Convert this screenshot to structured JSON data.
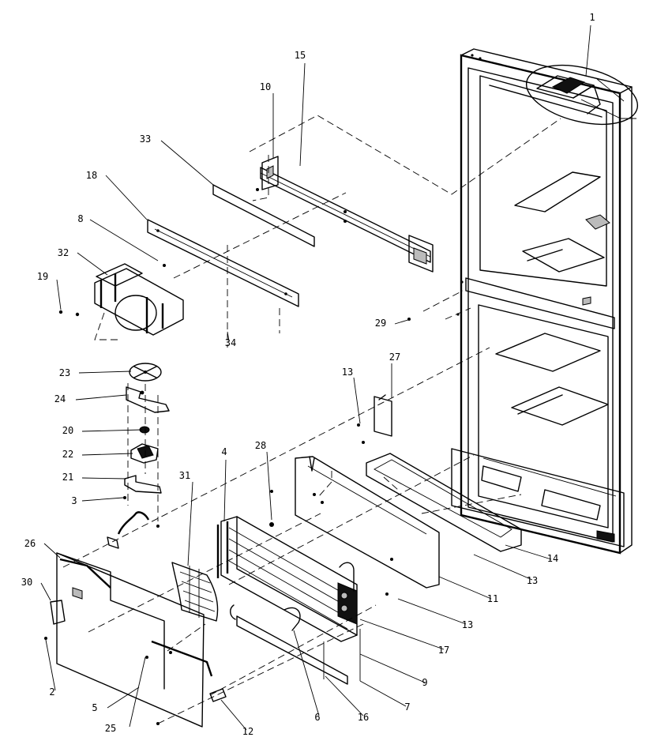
{
  "callouts": [
    {
      "label": "1",
      "name": "callout-1-control-housing"
    },
    {
      "label": "15",
      "name": "callout-15-rail"
    },
    {
      "label": "10",
      "name": "callout-10-screw"
    },
    {
      "label": "33",
      "name": "callout-33-cover-strip"
    },
    {
      "label": "18",
      "name": "callout-18-channel"
    },
    {
      "label": "8",
      "name": "callout-8-screw"
    },
    {
      "label": "32",
      "name": "callout-32-fan-shroud"
    },
    {
      "label": "19",
      "name": "callout-19-screw"
    },
    {
      "label": "34",
      "name": "callout-34-screw"
    },
    {
      "label": "29",
      "name": "callout-29-screw"
    },
    {
      "label": "23",
      "name": "callout-23-fan-blade"
    },
    {
      "label": "24",
      "name": "callout-24-motor-bracket"
    },
    {
      "label": "20",
      "name": "callout-20-grommet"
    },
    {
      "label": "22",
      "name": "callout-22-fan-motor"
    },
    {
      "label": "21",
      "name": "callout-21-motor-bracket"
    },
    {
      "label": "3",
      "name": "callout-3-screw"
    },
    {
      "label": "13",
      "name": "callout-13-screw"
    },
    {
      "label": "27",
      "name": "callout-27-bracket"
    },
    {
      "label": "28",
      "name": "callout-28-screw"
    },
    {
      "label": "4",
      "name": "callout-4-evaporator"
    },
    {
      "label": "31",
      "name": "callout-31-shroud"
    },
    {
      "label": "26",
      "name": "callout-26-cover"
    },
    {
      "label": "30",
      "name": "callout-30-bracket"
    },
    {
      "label": "14",
      "name": "callout-14-drain-trough"
    },
    {
      "label": "13",
      "name": "callout-13-lower-right"
    },
    {
      "label": "11",
      "name": "callout-11-rear-panel"
    },
    {
      "label": "13",
      "name": "callout-13-screw-lower"
    },
    {
      "label": "17",
      "name": "callout-17-tubing"
    },
    {
      "label": "9",
      "name": "callout-9-defrost-heater"
    },
    {
      "label": "7",
      "name": "callout-7-heater-wire"
    },
    {
      "label": "16",
      "name": "callout-16-heater"
    },
    {
      "label": "6",
      "name": "callout-6-thermostat"
    },
    {
      "label": "2",
      "name": "callout-2-screw"
    },
    {
      "label": "5",
      "name": "callout-5-evaporator-cover"
    },
    {
      "label": "25",
      "name": "callout-25-insulation"
    },
    {
      "label": "12",
      "name": "callout-12-spacer"
    }
  ]
}
